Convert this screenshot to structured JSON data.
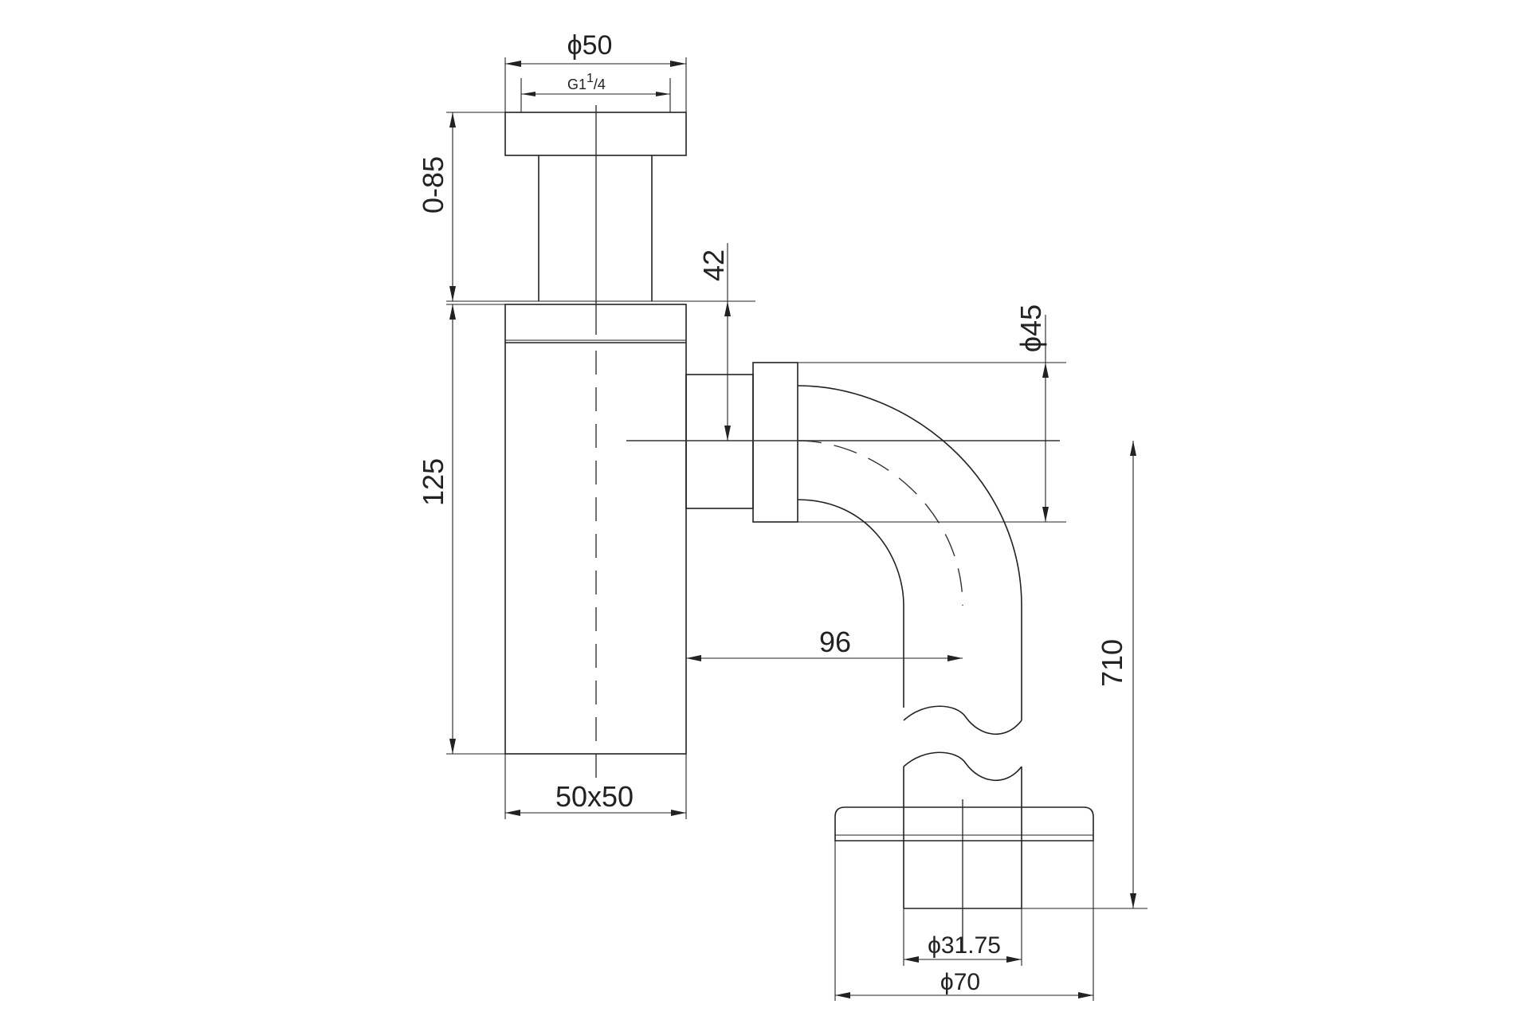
{
  "dimensions": {
    "top_diameter": "ϕ50",
    "thread_prefix": "G1",
    "thread_sup": "1",
    "thread_sub": "/4",
    "extension_range": "0-85",
    "inlet_height": "42",
    "outlet_diameter": "ϕ45",
    "body_height": "125",
    "horizontal_offset": "96",
    "overall_height": "710",
    "body_section": "50x50",
    "pipe_diameter": "ϕ31.75",
    "flange_diameter": "ϕ70"
  },
  "colors": {
    "line": "#222222",
    "background": "#ffffff"
  }
}
